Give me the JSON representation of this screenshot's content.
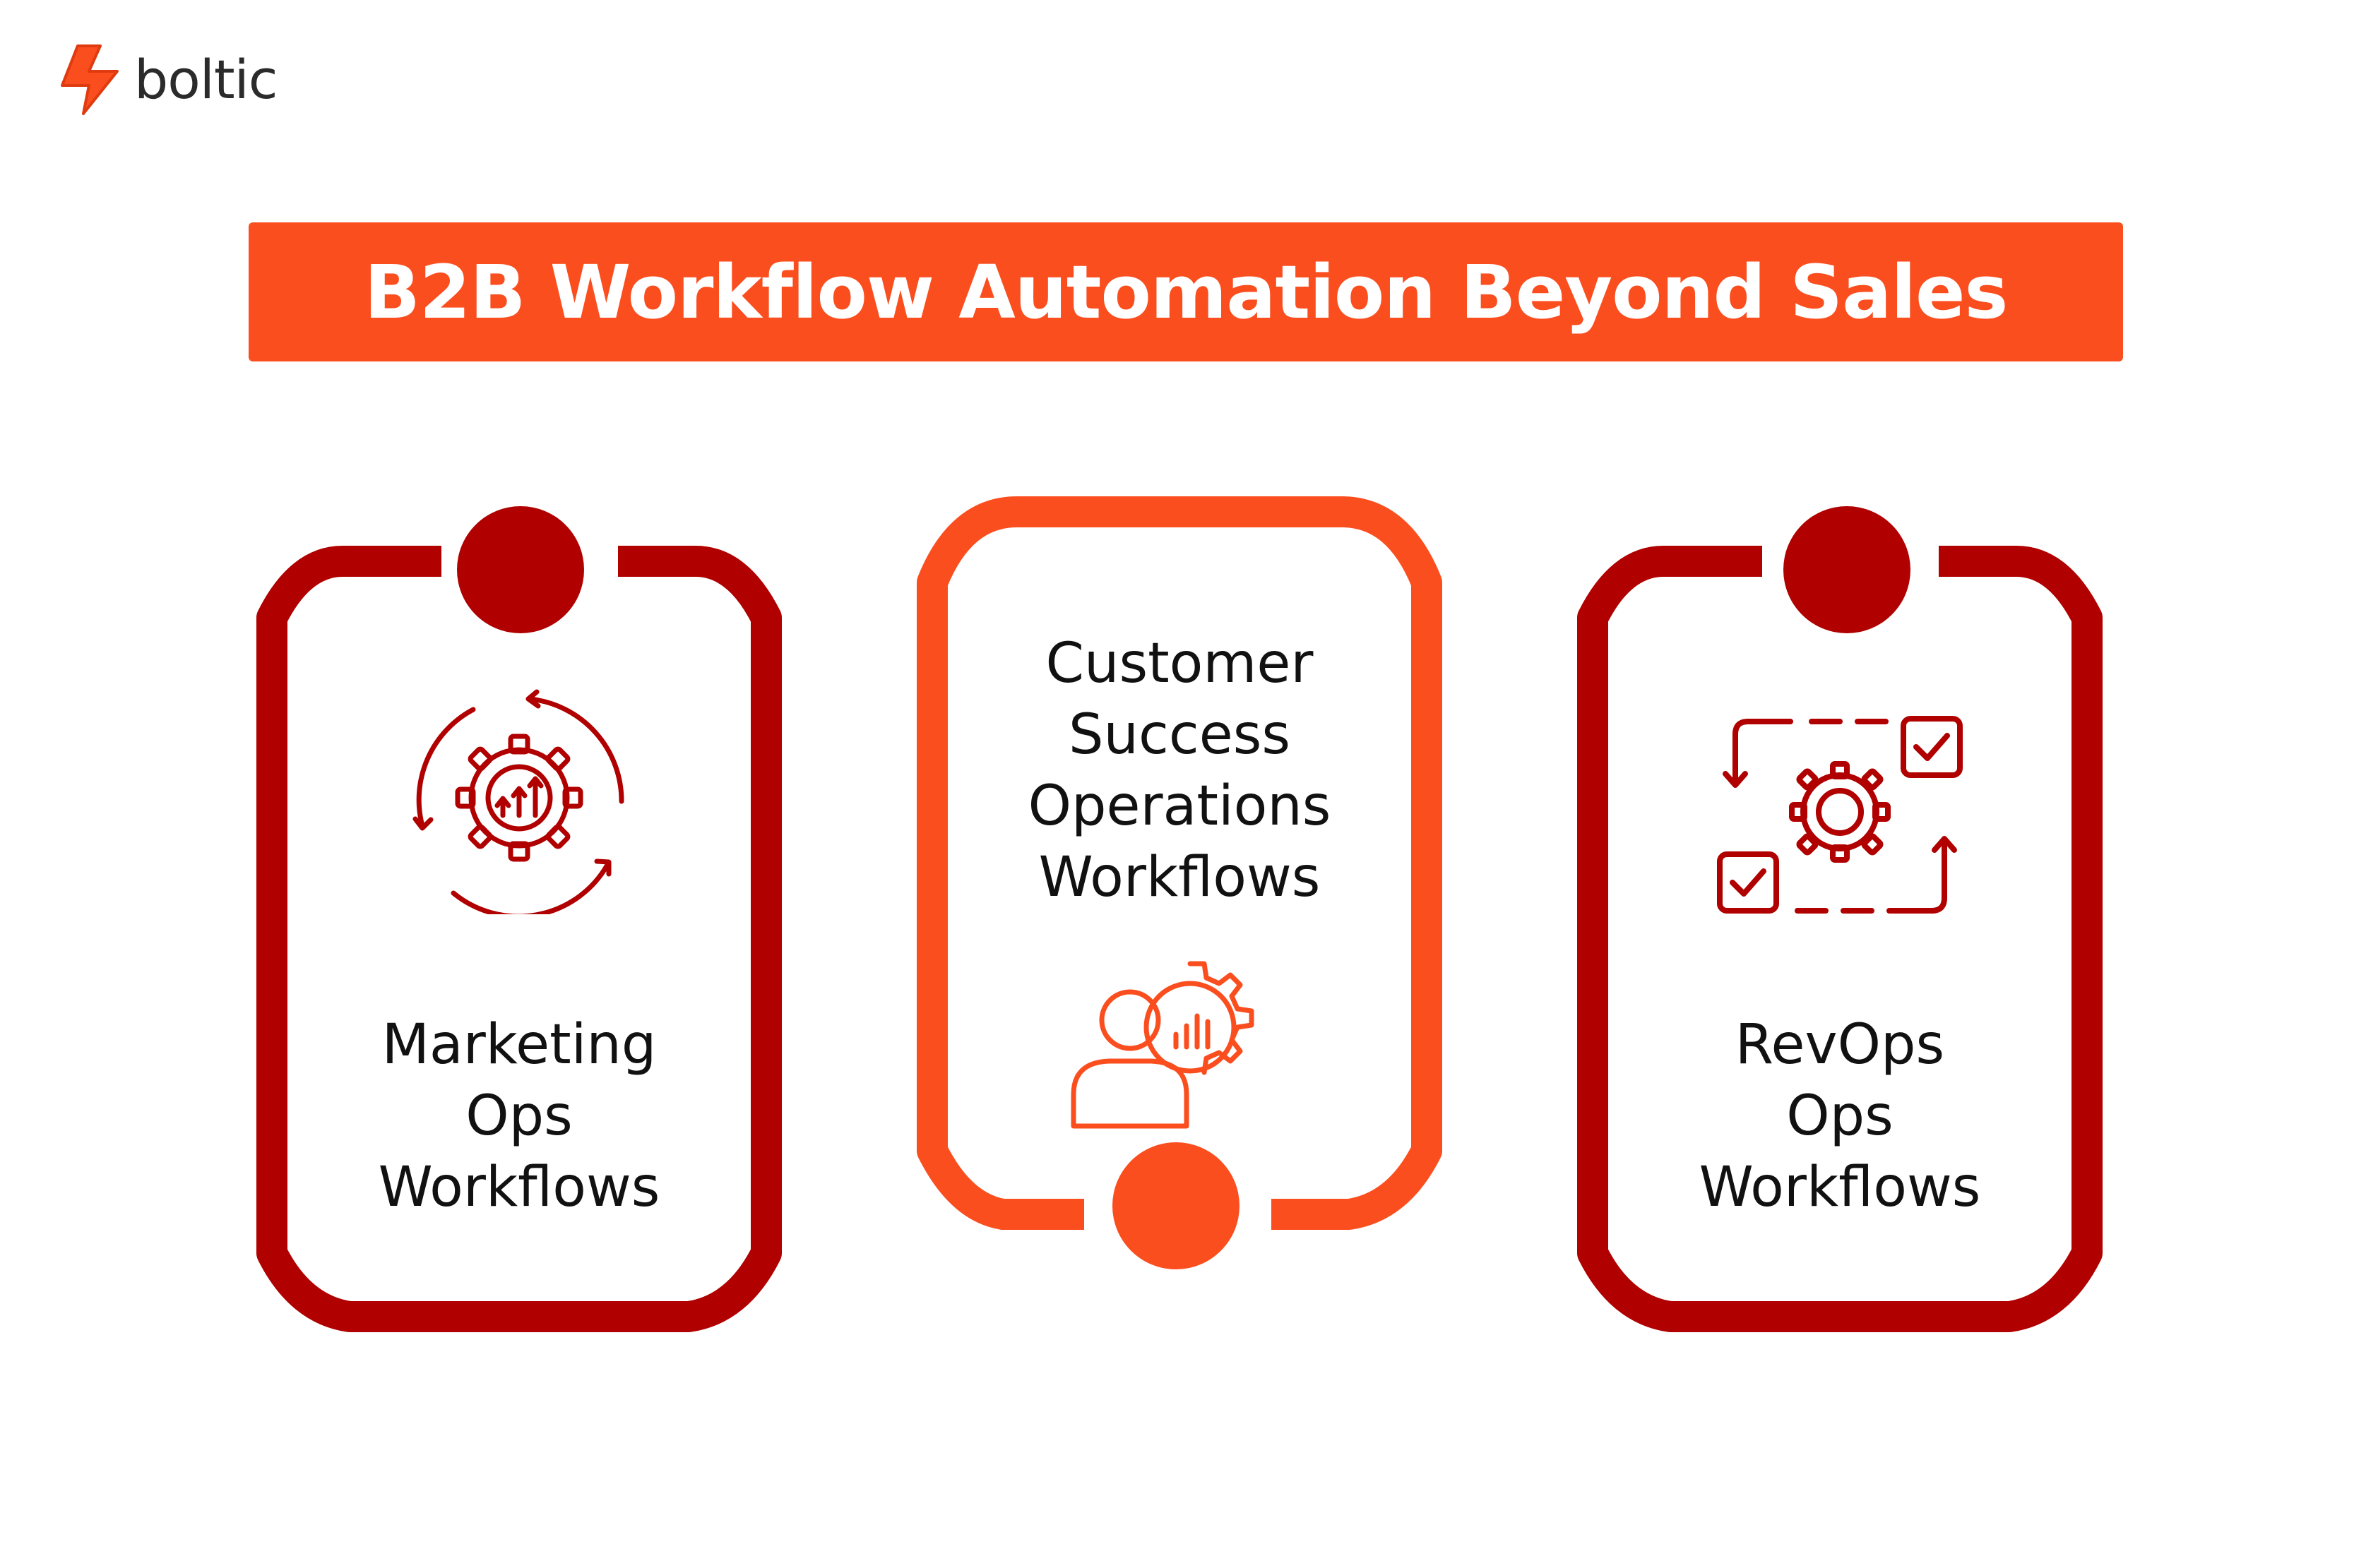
{
  "brand": {
    "name": "boltic",
    "logo_icon": "lightning-bolt-icon",
    "color": "#fb4e1f"
  },
  "banner": {
    "title": "B2B Workflow Automation Beyond Sales",
    "background": "#fb4e1f"
  },
  "cards": [
    {
      "lines": [
        "Marketing",
        "Ops",
        "Workflows"
      ],
      "icon": "gear-growth-cycle-icon",
      "color": "#b00000"
    },
    {
      "lines": [
        "Customer",
        "Success",
        "Operations",
        "Workflows"
      ],
      "icon": "user-gear-analytics-icon",
      "color": "#fb4e1f"
    },
    {
      "lines": [
        "RevOps",
        "Ops",
        "Workflows"
      ],
      "icon": "gear-checklist-process-icon",
      "color": "#b00000"
    }
  ]
}
